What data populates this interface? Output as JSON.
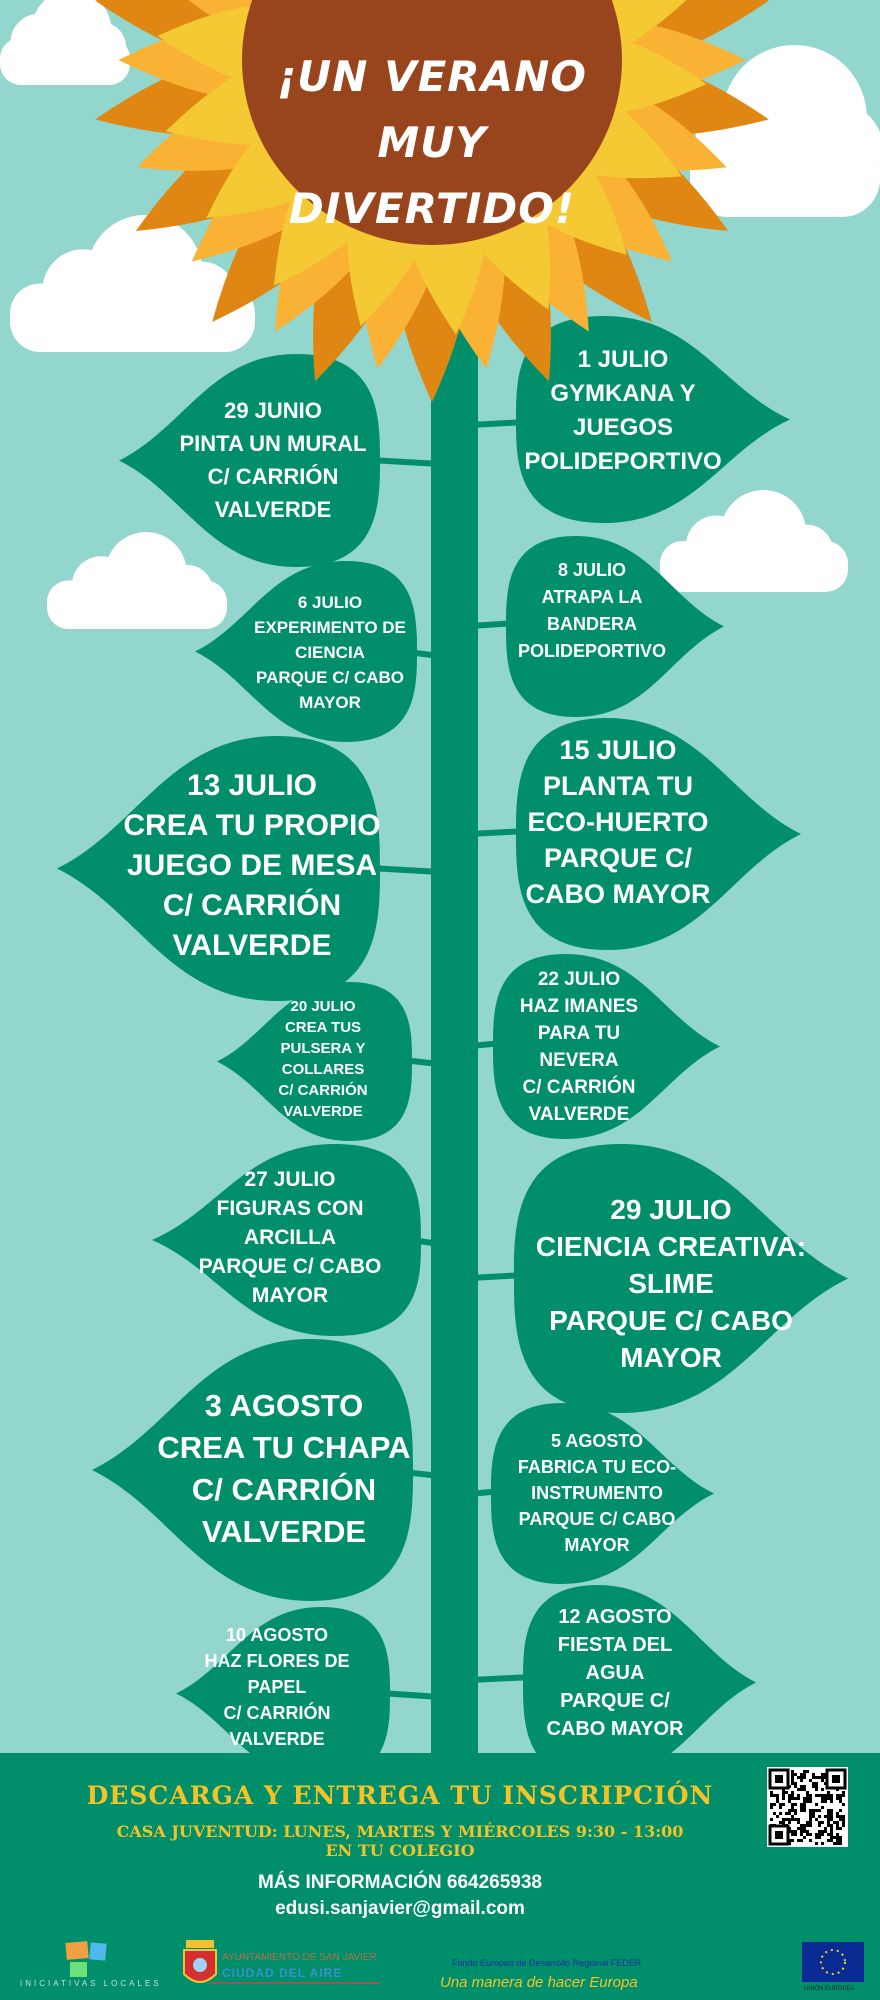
{
  "title": {
    "line1": "¡UN VERANO",
    "line2": "MUY DIVERTIDO!"
  },
  "colors": {
    "sky": "#93d6cd",
    "leaf": "#008f6a",
    "disc": "#98441c",
    "petal_dark": "#df8712",
    "petal_mid": "#f9b233",
    "petal_light": "#f4c933",
    "accent_yellow": "#f6c327"
  },
  "activities": [
    {
      "lines": [
        "29 JUNIO",
        "PINTA UN MURAL",
        "C/ CARRIÓN",
        "VALVERDE"
      ]
    },
    {
      "lines": [
        "1 JULIO",
        "GYMKANA Y",
        "JUEGOS",
        "POLIDEPORTIVO"
      ]
    },
    {
      "lines": [
        "6 JULIO",
        "EXPERIMENTO DE",
        "CIENCIA",
        "PARQUE C/ CABO",
        "MAYOR"
      ]
    },
    {
      "lines": [
        "8 JULIO",
        "ATRAPA LA",
        "BANDERA",
        "POLIDEPORTIVO"
      ]
    },
    {
      "lines": [
        "13 JULIO",
        "CREA TU PROPIO",
        "JUEGO DE MESA",
        "C/ CARRIÓN",
        "VALVERDE"
      ]
    },
    {
      "lines": [
        "15 JULIO",
        "PLANTA TU",
        "ECO-HUERTO",
        "PARQUE C/",
        "CABO MAYOR"
      ]
    },
    {
      "lines": [
        "20 JULIO",
        "CREA TUS",
        "PULSERA Y",
        "COLLARES",
        "C/ CARRIÓN",
        "VALVERDE"
      ]
    },
    {
      "lines": [
        "22 JULIO",
        "HAZ IMANES",
        "PARA TU",
        "NEVERA",
        "C/ CARRIÓN",
        "VALVERDE"
      ]
    },
    {
      "lines": [
        "27 JULIO",
        "FIGURAS CON",
        "ARCILLA",
        "PARQUE C/ CABO",
        "MAYOR"
      ]
    },
    {
      "lines": [
        "29 JULIO",
        "CIENCIA CREATIVA:",
        "SLIME",
        "PARQUE C/ CABO",
        "MAYOR"
      ]
    },
    {
      "lines": [
        "3 AGOSTO",
        "CREA TU CHAPA",
        "C/ CARRIÓN",
        "VALVERDE"
      ]
    },
    {
      "lines": [
        "5 AGOSTO",
        "FABRICA TU ECO-",
        "INSTRUMENTO",
        "PARQUE C/ CABO",
        "MAYOR"
      ]
    },
    {
      "lines": [
        "10 AGOSTO",
        "HAZ FLORES DE",
        "PAPEL",
        "C/ CARRIÓN",
        "VALVERDE"
      ]
    },
    {
      "lines": [
        "12 AGOSTO",
        "FIESTA DEL",
        "AGUA",
        "PARQUE C/",
        "CABO MAYOR"
      ]
    }
  ],
  "footer": {
    "headline": "DESCARGA Y ENTREGA TU INSCRIPCIÓN",
    "schedule": "CASA JUVENTUD: LUNES, MARTES Y MIÉRCOLES 9:30 - 13:00",
    "schedule2": "EN TU COLEGIO",
    "info": "MÁS INFORMACIÓN 664265938",
    "email": "edusi.sanjavier@gmail.com",
    "logos": {
      "iniciativas": "INICIATIVAS LOCALES",
      "ayto1": "AYUNTAMIENTO DE SAN JAVIER",
      "ayto2": "CIUDAD DEL AIRE",
      "feder1": "Fondo Europeo de Desarrollo Regional FEDER",
      "feder2": "Una manera de hacer Europa",
      "ue": "UNIÓN EUROPEA"
    }
  }
}
